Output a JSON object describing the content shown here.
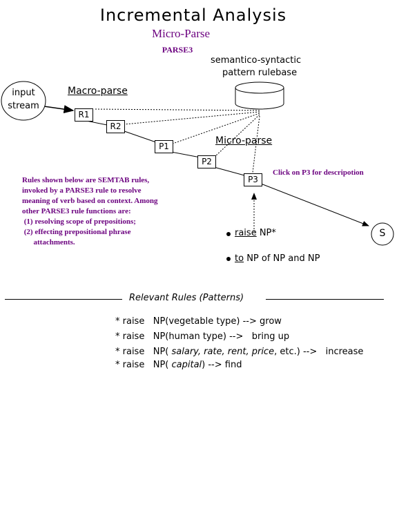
{
  "header": {
    "title": "Incremental Analysis",
    "subtitle": "Micro-Parse",
    "parse_label": "PARSE3"
  },
  "diagram": {
    "rulebase_label_line1": "semantico-syntactic",
    "rulebase_label_line2": "pattern rulebase",
    "input_line1": "input",
    "input_line2": "stream",
    "macro_parse_label": "Macro-parse",
    "micro_parse_label": "Micro-parse",
    "nodes": {
      "r1": "R1",
      "r2": "R2",
      "p1": "P1",
      "p2": "P2",
      "p3": "P3",
      "s": "S"
    },
    "click_note": "Click on P3 for descripotion",
    "bullet1_word": "raise",
    "bullet1_rest": " NP*",
    "bullet2_word": "to",
    "bullet2_rest": " NP of NP and NP"
  },
  "note": {
    "line1": "Rules shown below are SEMTAB rules,",
    "line2": "invoked by a PARSE3 rule to resolve",
    "line3": "meaning of verb based on context.  Among",
    "line4": "other PARSE3 rule functions are:",
    "line5": " (1) resolving scope of prepositions;",
    "line6": " (2) effecting prepositional phrase",
    "line7": "      attachments."
  },
  "rules": {
    "heading": "Relevant Rules (Patterns)",
    "r1_prefix": "* raise   NP(vegetable type) --> grow",
    "r2_prefix": "* raise   NP(human type) -->   bring up",
    "r3_a": "* raise   NP( ",
    "r3_b": "salary, rate, rent, price",
    "r3_c": ", etc.) -->   increase",
    "r4_a": "* raise   NP( ",
    "r4_b": "capital",
    "r4_c": ") --> find"
  },
  "colors": {
    "accent": "#6b007f"
  }
}
